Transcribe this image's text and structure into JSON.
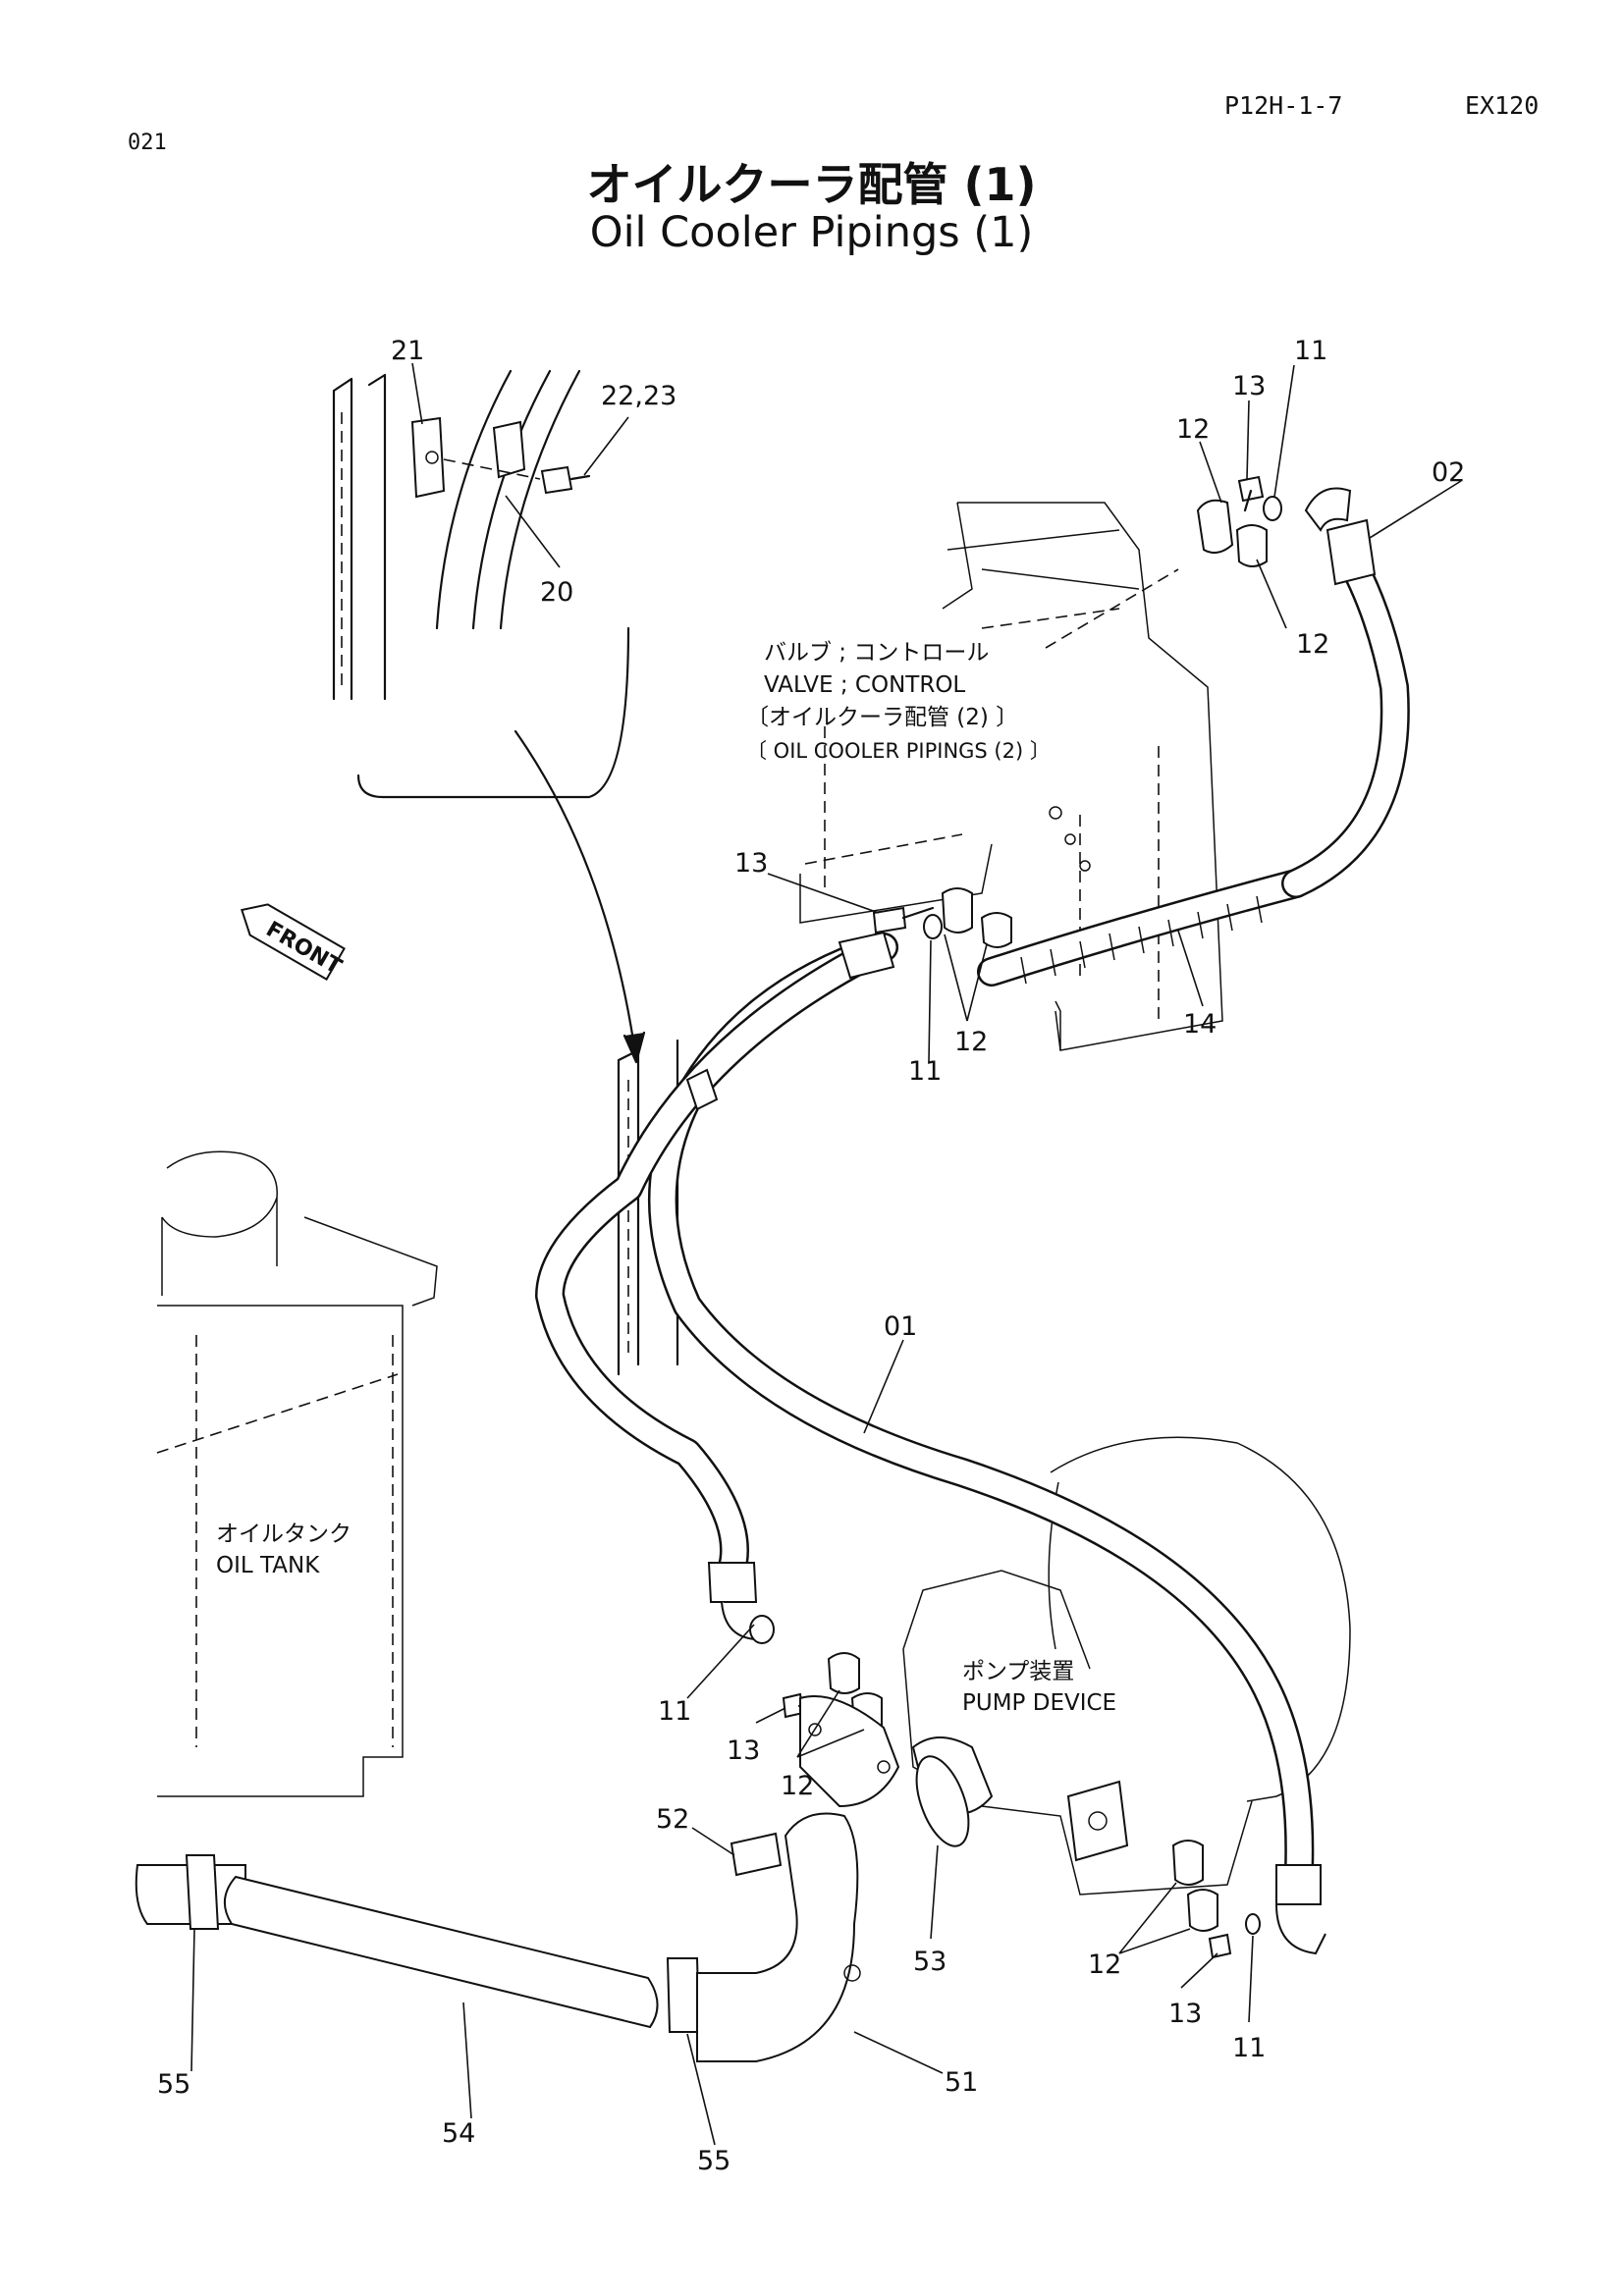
{
  "header": {
    "page_number": "021",
    "figure_code": "P12H-1-7",
    "model": "EX120"
  },
  "title": {
    "japanese": "オイルクーラ配管 (1)",
    "english": "Oil Cooler Pipings (1)"
  },
  "callouts": {
    "c21": "21",
    "c22_23": "22,23",
    "c20": "20",
    "c13_top": "13",
    "c11_top": "11",
    "c12_top": "12",
    "c02": "02",
    "c12_right": "12",
    "c13_mid": "13",
    "c12_mid": "12",
    "c11_mid": "11",
    "c14": "14",
    "c01": "01",
    "c11_low": "11",
    "c13_low": "13",
    "c12_low": "12",
    "c52": "52",
    "c53": "53",
    "c12_pump": "12",
    "c13_pump": "13",
    "c11_pump": "11",
    "c51": "51",
    "c55_left": "55",
    "c54": "54",
    "c55_right": "55"
  },
  "labels": {
    "valve_jp": "バルブ ; コントロール",
    "valve_en": "VALVE ; CONTROL",
    "valve_ref_jp": "〔オイルクーラ配管 (2) 〕",
    "valve_ref_en": "〔 OIL COOLER PIPINGS (2) 〕",
    "front": "FRONT",
    "tank_jp": "オイルタンク",
    "tank_en": "OIL TANK",
    "pump_jp": "ポンプ装置",
    "pump_en": "PUMP DEVICE"
  }
}
